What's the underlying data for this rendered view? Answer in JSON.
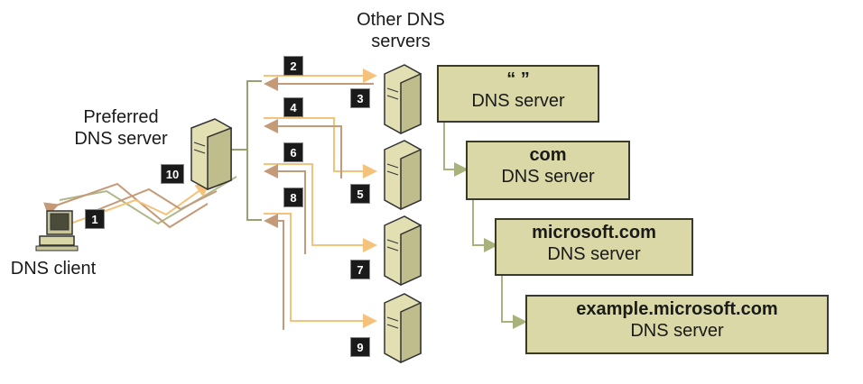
{
  "labels": {
    "other_dns_servers": [
      "Other DNS",
      "servers"
    ],
    "preferred_dns_server": [
      "Preferred",
      "DNS server"
    ],
    "dns_client": "DNS client"
  },
  "hierarchy": [
    {
      "name": "“ ”",
      "role": "DNS server"
    },
    {
      "name": "com",
      "role": "DNS server"
    },
    {
      "name": "microsoft.com",
      "role": "DNS server"
    },
    {
      "name": "example.microsoft.com",
      "role": "DNS server"
    }
  ],
  "steps": [
    "1",
    "2",
    "3",
    "4",
    "5",
    "6",
    "7",
    "8",
    "9",
    "10"
  ],
  "colors": {
    "request_arrow": "#f4c27a",
    "response_arrow": "#c59a78",
    "bracket_line": "#9aa070",
    "hierarchy_connector": "#a8b27a",
    "box_fill": "#d9d8a6",
    "server_fill": "#d8d6a4"
  }
}
